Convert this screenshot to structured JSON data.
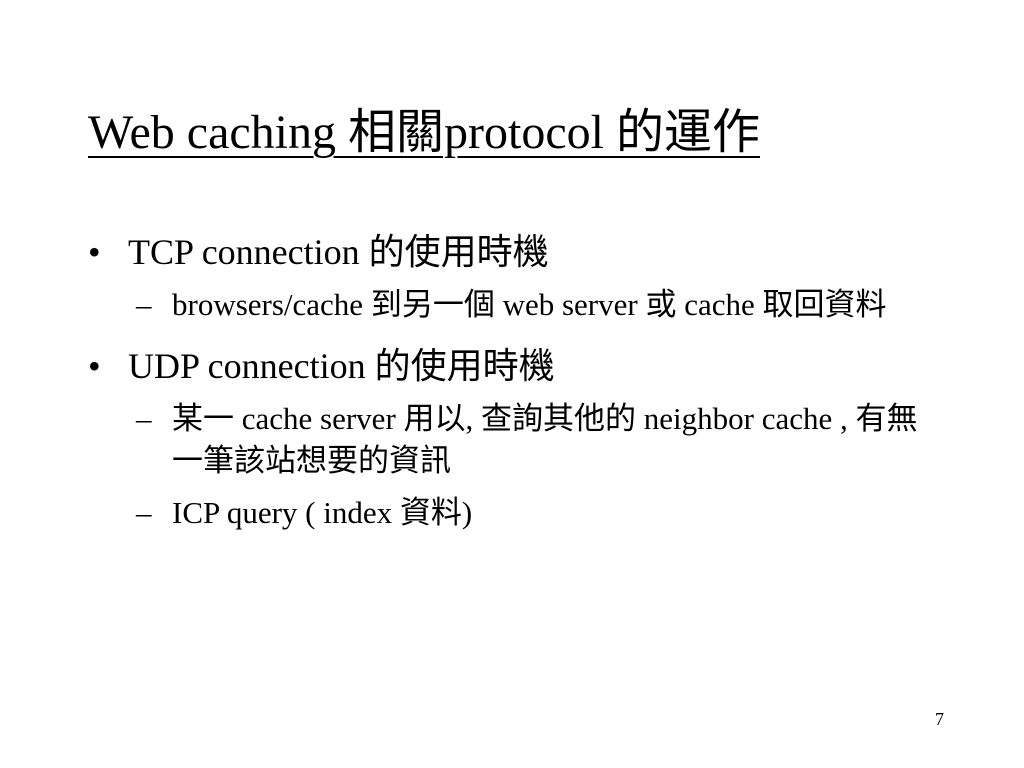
{
  "title": "Web caching 相關protocol 的運作",
  "bullets": [
    {
      "marker": "•",
      "text": "TCP connection 的使用時機",
      "sub": [
        {
          "marker": "–",
          "text": "browsers/cache 到另一個 web server 或 cache 取回資料"
        }
      ]
    },
    {
      "marker": "•",
      "text": "UDP connection 的使用時機",
      "sub": [
        {
          "marker": "–",
          "text": "某一 cache server 用以, 查詢其他的 neighbor cache , 有無一筆該站想要的資訊"
        },
        {
          "marker": "–",
          "text": "ICP query ( index 資料)"
        }
      ]
    }
  ],
  "page_number": "7"
}
